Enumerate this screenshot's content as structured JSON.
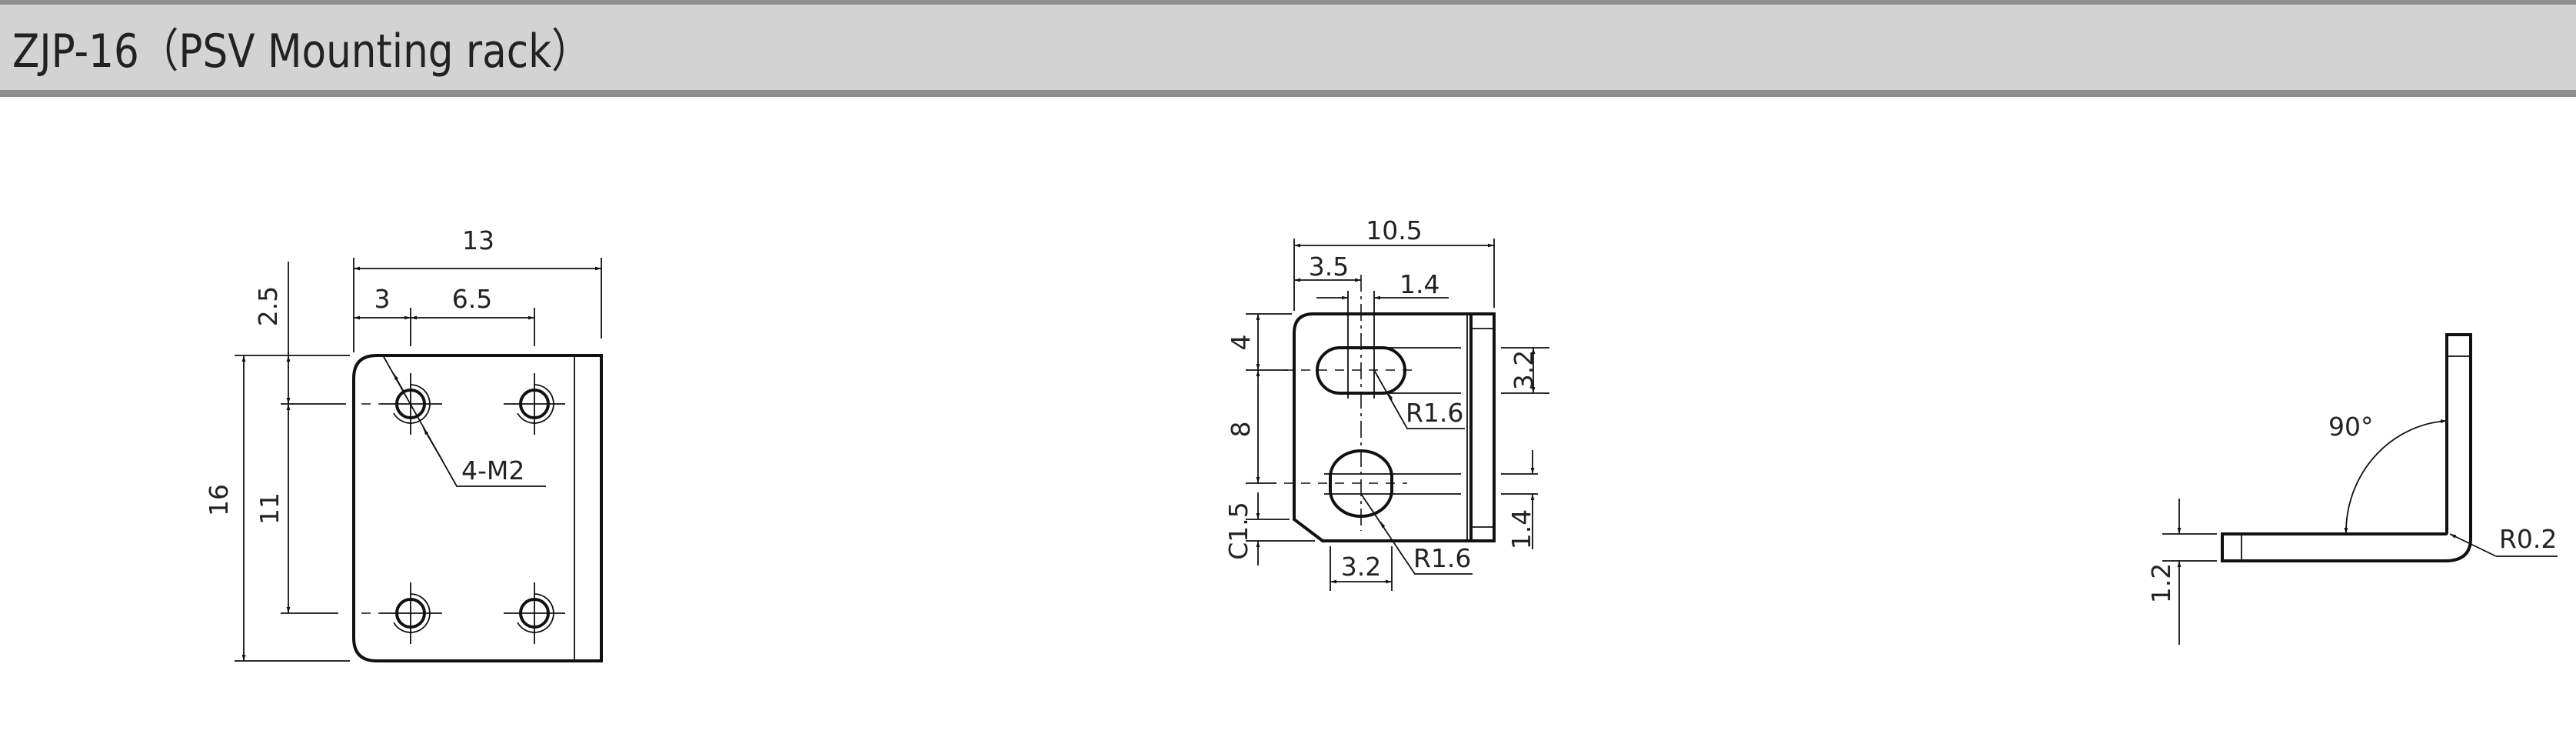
{
  "header": {
    "title": "ZJP-16（PSV Mounting rack）"
  },
  "front_view": {
    "width": "13",
    "hole_offset_x": "3",
    "hole_pitch_x": "6.5",
    "hole_offset_y": "2.5",
    "hole_pitch_y": "11",
    "height": "16",
    "hole_callout": "4-M2"
  },
  "side_view": {
    "width": "10.5",
    "slot_offset_x": "3.5",
    "slot_gap": "1.4",
    "slot_offset_y": "4",
    "slot_pitch": "8",
    "chamfer": "C1.5",
    "slot_width_right": "3.2",
    "slot_gap_right": "1.4",
    "slot_width_bottom": "3.2",
    "radius_top": "R1.6",
    "radius_bottom": "R1.6"
  },
  "profile_view": {
    "angle": "90°",
    "bend_radius": "R0.2",
    "thickness": "1.2"
  }
}
